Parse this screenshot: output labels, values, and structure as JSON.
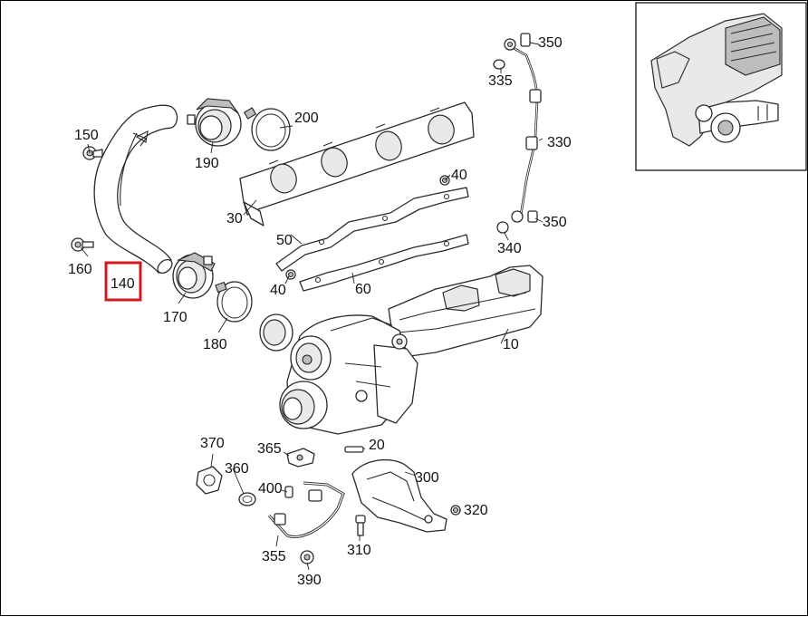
{
  "callouts": [
    {
      "id": "p10",
      "text": "10"
    },
    {
      "id": "p20",
      "text": "20"
    },
    {
      "id": "p30",
      "text": "30"
    },
    {
      "id": "p40a",
      "text": "40"
    },
    {
      "id": "p40b",
      "text": "40"
    },
    {
      "id": "p50",
      "text": "50"
    },
    {
      "id": "p60",
      "text": "60"
    },
    {
      "id": "p140",
      "text": "140",
      "highlighted": true
    },
    {
      "id": "p150",
      "text": "150"
    },
    {
      "id": "p160",
      "text": "160"
    },
    {
      "id": "p170",
      "text": "170"
    },
    {
      "id": "p180",
      "text": "180"
    },
    {
      "id": "p190",
      "text": "190"
    },
    {
      "id": "p200",
      "text": "200"
    },
    {
      "id": "p300",
      "text": "300"
    },
    {
      "id": "p310",
      "text": "310"
    },
    {
      "id": "p320",
      "text": "320"
    },
    {
      "id": "p330",
      "text": "330"
    },
    {
      "id": "p335",
      "text": "335"
    },
    {
      "id": "p340",
      "text": "340"
    },
    {
      "id": "p350a",
      "text": "350"
    },
    {
      "id": "p350b",
      "text": "350"
    },
    {
      "id": "p355",
      "text": "355"
    },
    {
      "id": "p360",
      "text": "360"
    },
    {
      "id": "p365",
      "text": "365"
    },
    {
      "id": "p370",
      "text": "370"
    },
    {
      "id": "p390",
      "text": "390"
    },
    {
      "id": "p400",
      "text": "400"
    }
  ],
  "highlight_color": "#d2191f"
}
